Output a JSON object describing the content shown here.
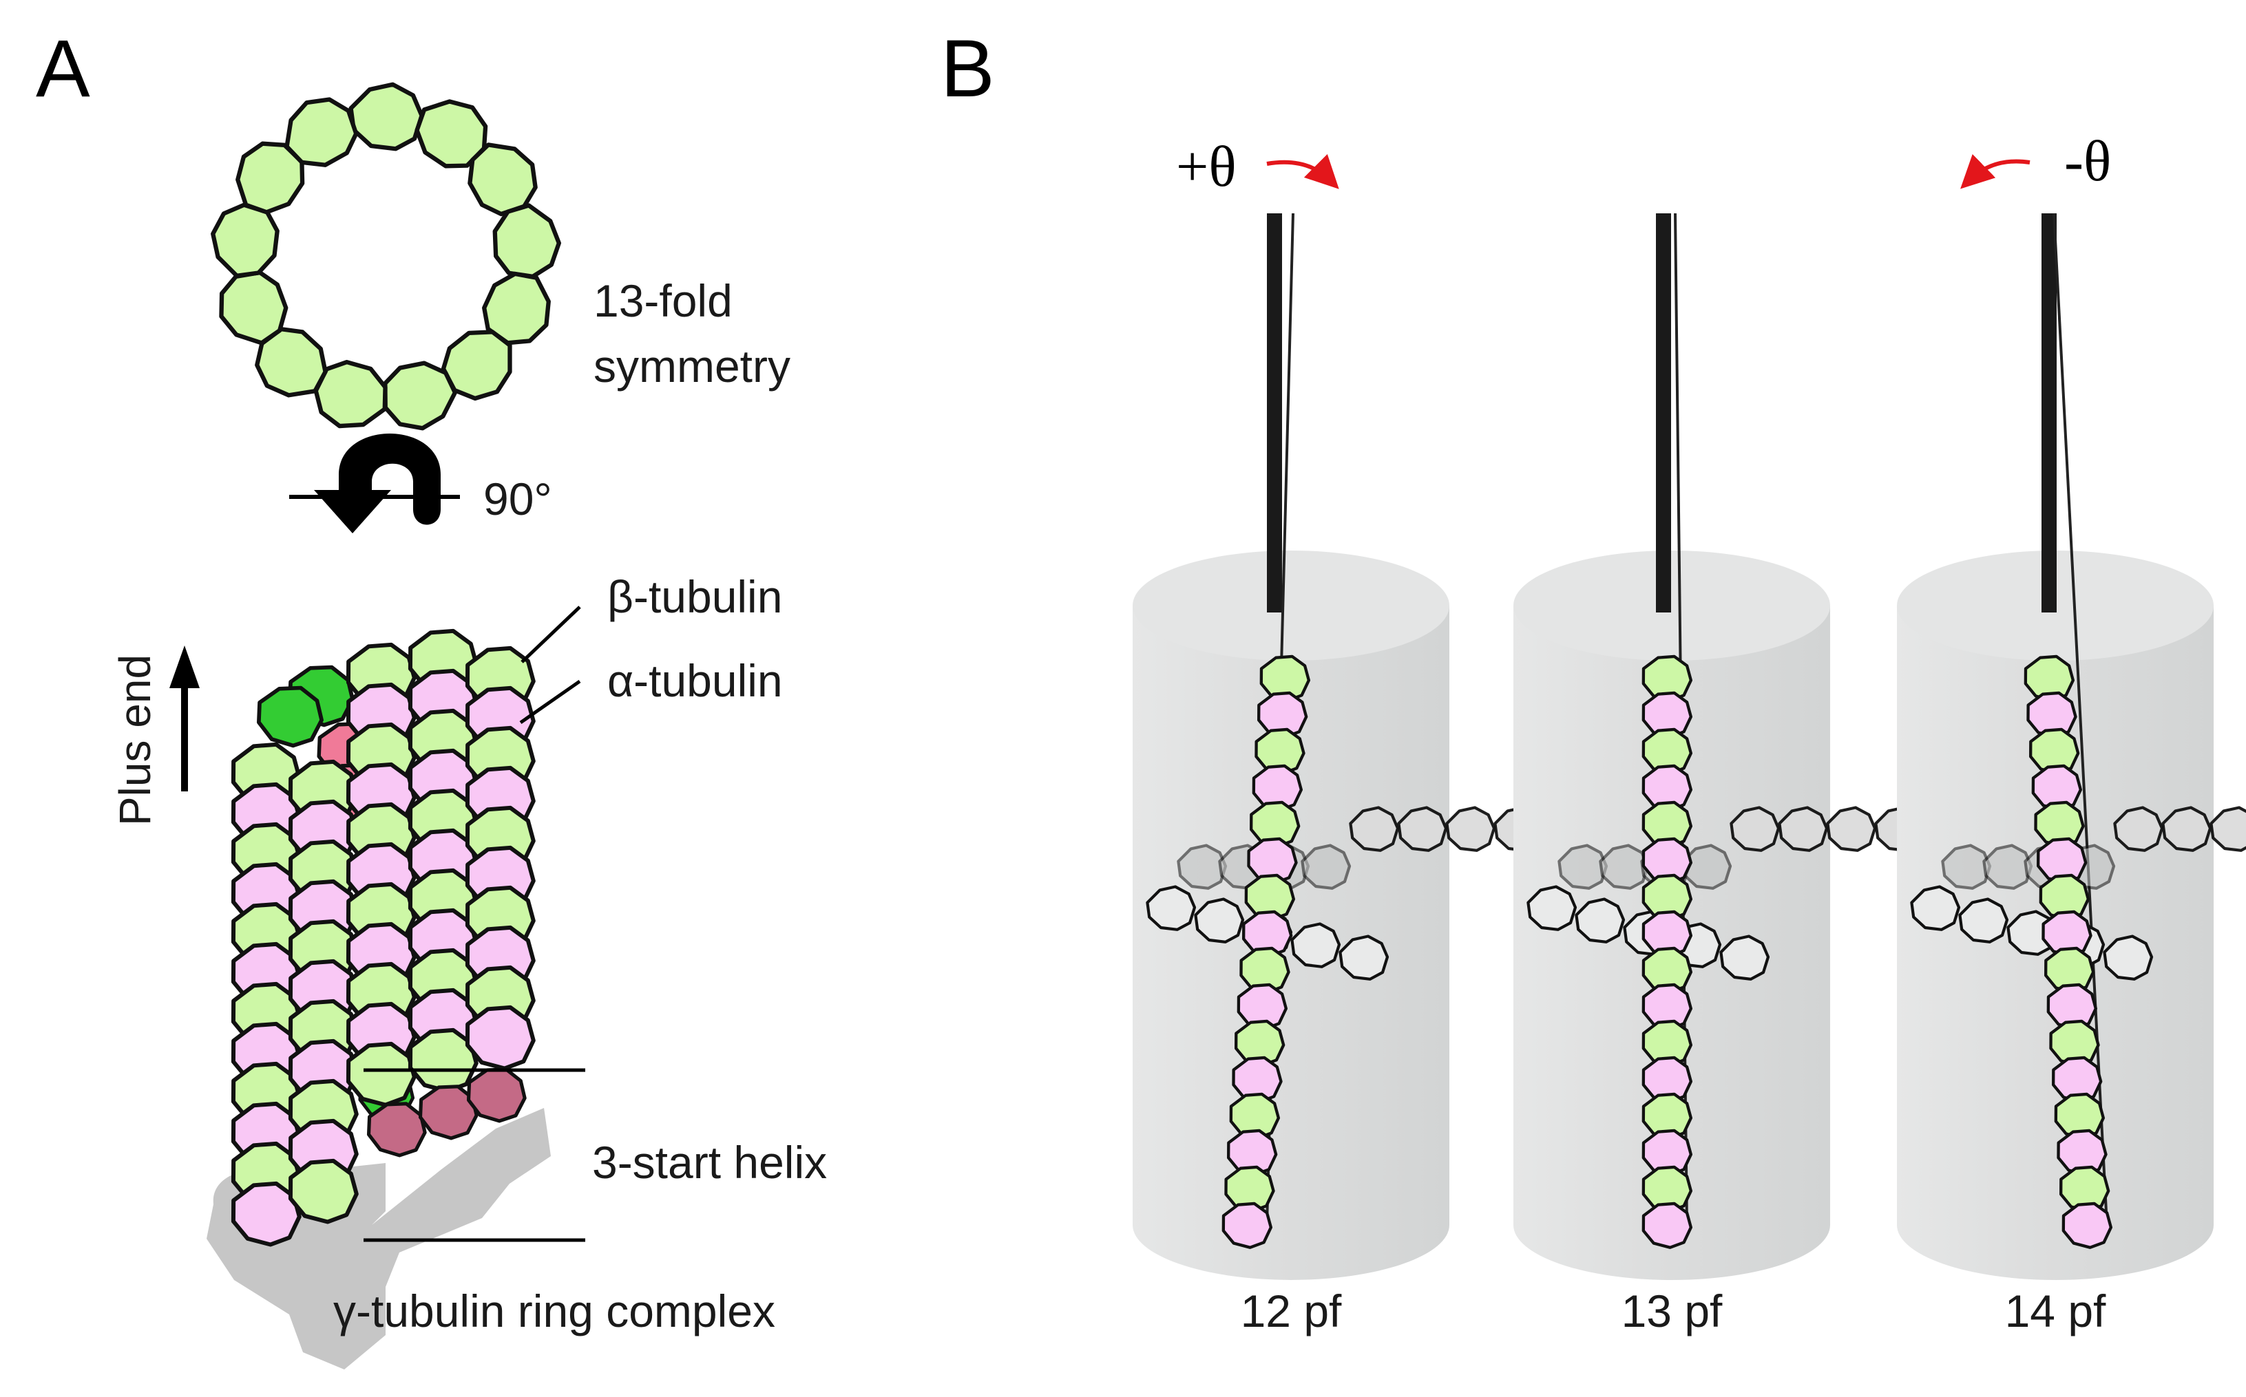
{
  "panels": {
    "a": {
      "letter": "A",
      "symmetry_line1": "13-fold",
      "symmetry_line2": "symmetry",
      "rotation": "90°",
      "beta": "β-tubulin",
      "alpha": "α-tubulin",
      "plus_end": "Plus end",
      "helix": "3-start helix",
      "gamma": "γ-tubulin ring complex"
    },
    "b": {
      "letter": "B",
      "theta_pos": "+θ",
      "theta_neg": "-θ",
      "pf12": "12 pf",
      "pf13": "13 pf",
      "pf14": "14 pf"
    }
  },
  "colors": {
    "beta_fill": "#cdf7a6",
    "alpha_fill": "#f9c8f5",
    "beta_dark": "#33cc33",
    "alpha_dark": "#f07a98",
    "helix_dark": "#c46a86",
    "gamma_gray": "#c6c6c6",
    "cylinder": "#d9dbdb",
    "arrow_red": "#e3161b"
  }
}
